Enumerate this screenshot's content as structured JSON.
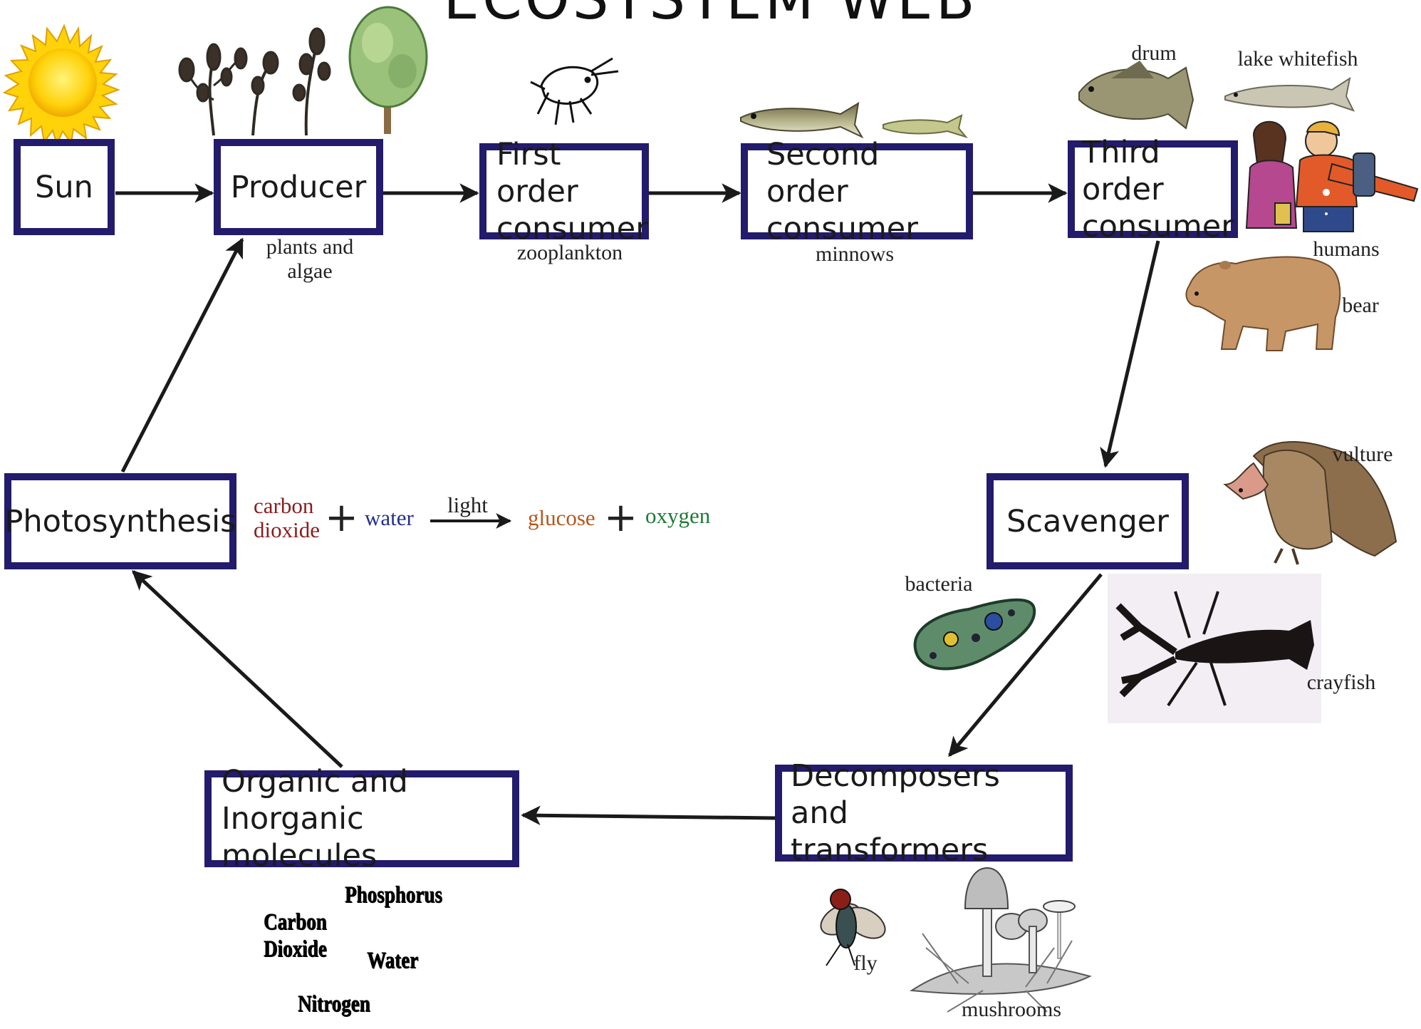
{
  "title": "ECOSYSTEM WEB",
  "boxes": {
    "sun": "Sun",
    "producer": "Producer",
    "first": "First order\nconsumer",
    "second": "Second order\nconsumer",
    "third": "Third order\nconsumer",
    "scavenger": "Scavenger",
    "decomposers": "Decomposers and\ntransformers",
    "molecules": "Organic and\nInorganic molecules",
    "photosynthesis": "Photosynthesis"
  },
  "labels": {
    "plants": "plants and\nalgae",
    "zooplankton": "zooplankton",
    "minnows": "minnows",
    "drum": "drum",
    "whitefish": "lake whitefish",
    "humans": "humans",
    "bear": "bear",
    "vulture": "vulture",
    "bacteria": "bacteria",
    "crayfish": "crayfish",
    "fly": "fly",
    "mushrooms": "mushrooms"
  },
  "equation": {
    "carbon_dioxide": "carbon\ndioxide",
    "plus1": "+",
    "water": "water",
    "light": "light",
    "glucose": "glucose",
    "plus2": "+",
    "oxygen": "oxygen"
  },
  "molecules": {
    "phosphorus": "Phosphorus",
    "carbon_dioxide": "Carbon\nDioxide",
    "water": "Water",
    "nitrogen": "Nitrogen"
  },
  "colors": {
    "box_border": "#231b6b",
    "arrow": "#1a1a1a",
    "carbon_dioxide": "#8b1c1c",
    "water": "#232e8c",
    "glucose": "#b4581c",
    "oxygen": "#1e7a35"
  }
}
